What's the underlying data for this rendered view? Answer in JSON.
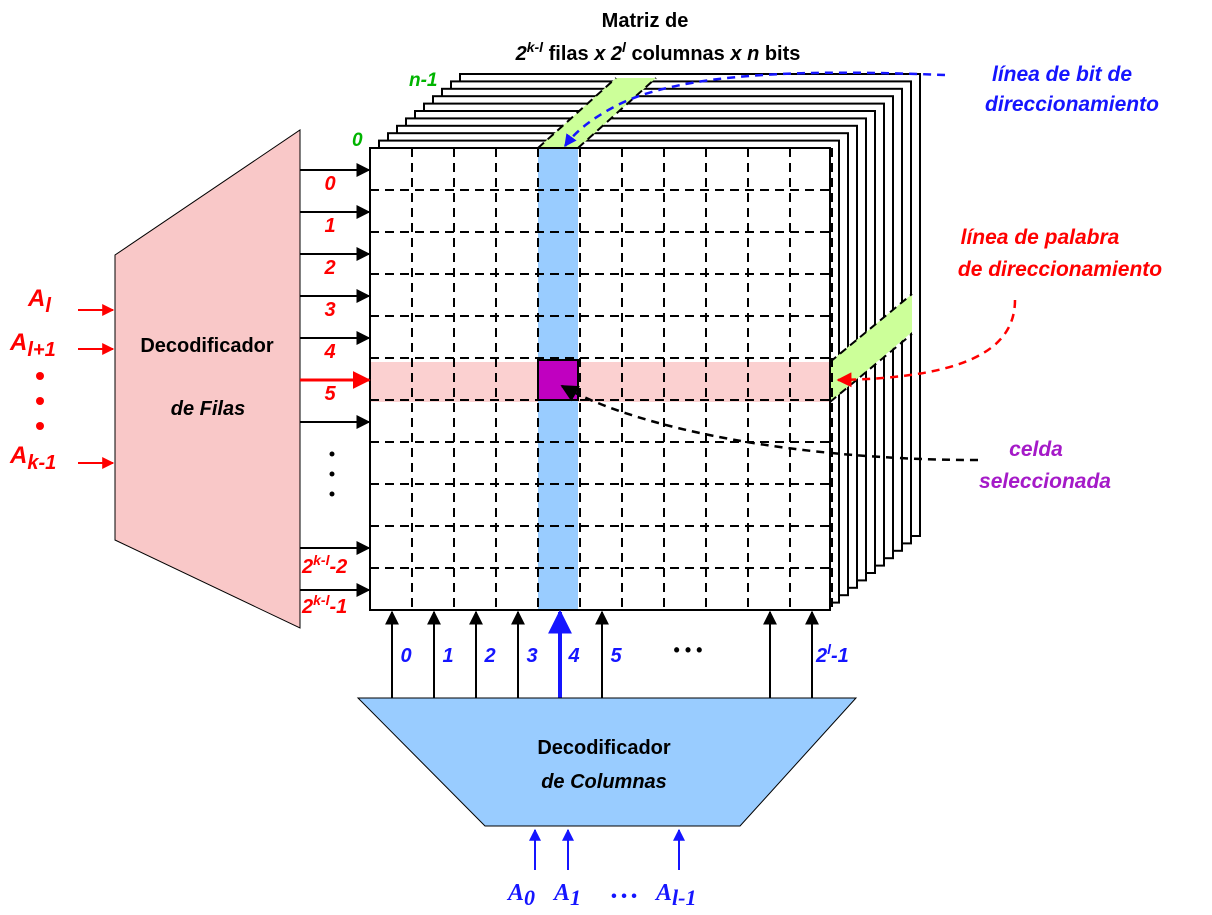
{
  "title": {
    "line1": "Matriz de",
    "two": "2",
    "sup_kl": "k-l",
    "filas": " filas ",
    "x": "x",
    "sup_l": "l",
    "columnas": " columnas ",
    "n": "n",
    "bits": " bits"
  },
  "planes": {
    "first": "0",
    "last": "n-1"
  },
  "row_decoder": {
    "line1": "Decodificador",
    "line2": "de Filas",
    "inputs": {
      "a_l": {
        "base": "A",
        "sub": "l"
      },
      "a_l1": {
        "base": "A",
        "sub": "l+1"
      },
      "a_k1": {
        "base": "A",
        "sub": "k-1"
      }
    }
  },
  "row_lines": {
    "labels": [
      "0",
      "1",
      "2",
      "3",
      "4",
      "5"
    ],
    "second_last": {
      "base": "2",
      "sup": "k-l",
      "suffix": "-2"
    },
    "last": {
      "base": "2",
      "sup": "k-l",
      "suffix": "-1"
    },
    "selected_index": 5
  },
  "col_decoder": {
    "line1": "Decodificador",
    "line2": "de Columnas",
    "inputs": {
      "a0": {
        "base": "A",
        "sub": "0"
      },
      "a1": {
        "base": "A",
        "sub": "1"
      },
      "dots": "• • •",
      "al1": {
        "base": "A",
        "sub": "l-1"
      }
    }
  },
  "col_lines": {
    "labels": [
      "0",
      "1",
      "2",
      "3",
      "4",
      "5"
    ],
    "dots": "• • •",
    "last": {
      "base": "2",
      "sup": "l",
      "suffix": "-1"
    },
    "selected_index": 4
  },
  "annotations": {
    "bit_line": [
      "línea de bit de",
      "direccionamiento"
    ],
    "word_line": [
      "línea de palabra",
      "de direccionamiento"
    ],
    "cell": [
      "celda",
      "seleccionada"
    ]
  },
  "colors": {
    "red": "#ff0000",
    "blue": "#1515ff",
    "green": "#00b400",
    "purple": "#a51ac8",
    "row_decoder_fill": "#f9c8c8",
    "col_decoder_fill": "#99ccff",
    "selected_row_fill": "#fbd0d0",
    "selected_col_fill": "#99ccff",
    "selected_cell_fill": "#c000c0",
    "plane_highlight": "#ccff99"
  }
}
